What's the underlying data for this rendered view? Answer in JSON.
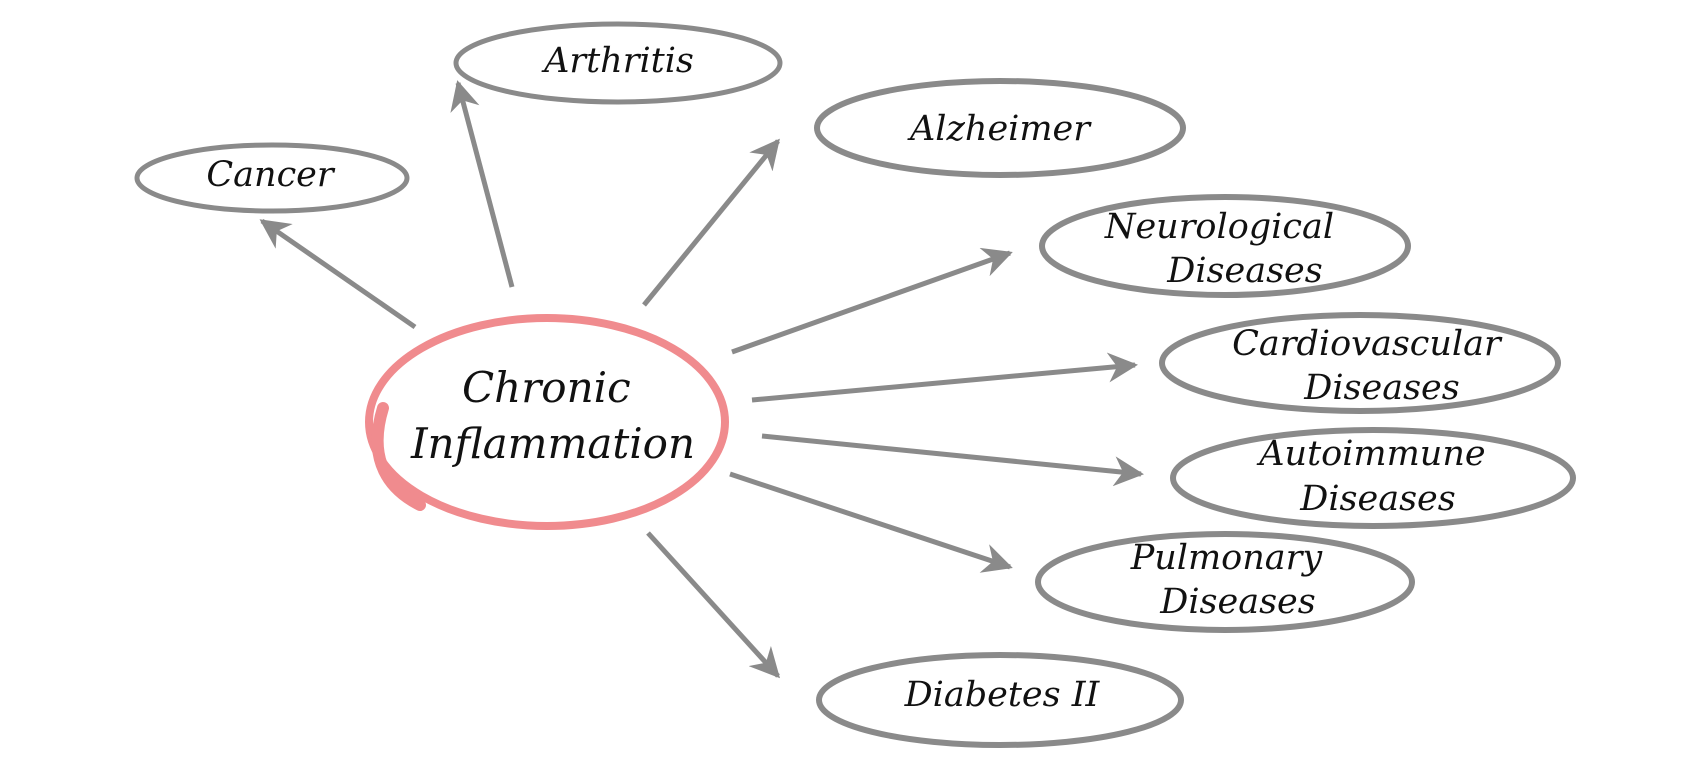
{
  "diagram": {
    "center": {
      "lines": [
        "Chronic",
        "Inflammation"
      ]
    },
    "nodes": [
      {
        "id": "cancer",
        "lines": [
          "Cancer"
        ]
      },
      {
        "id": "arthritis",
        "lines": [
          "Arthritis"
        ]
      },
      {
        "id": "alzheimer",
        "lines": [
          "Alzheimer"
        ]
      },
      {
        "id": "neurological",
        "lines": [
          "Neurological",
          "Diseases"
        ]
      },
      {
        "id": "cardiovascular",
        "lines": [
          "Cardiovascular",
          "Diseases"
        ]
      },
      {
        "id": "autoimmune",
        "lines": [
          "Autoimmune",
          "Diseases"
        ]
      },
      {
        "id": "pulmonary",
        "lines": [
          "Pulmonary",
          "Diseases"
        ]
      },
      {
        "id": "diabetes",
        "lines": [
          "Diabetes II"
        ]
      }
    ],
    "colors": {
      "center_ring": "#f08b8e",
      "node_ring": "#8a8a8a",
      "arrow": "#8a8a8a",
      "text": "#111111"
    }
  }
}
